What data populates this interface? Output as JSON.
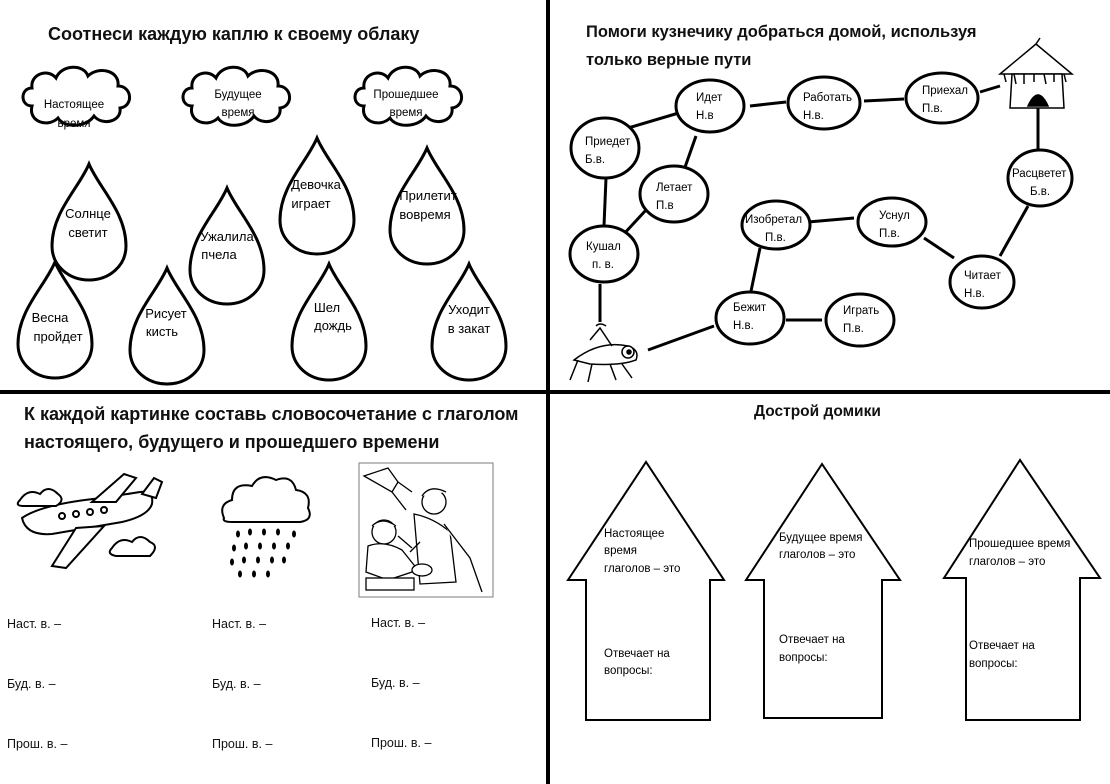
{
  "section_tl": {
    "title": "Соотнеси каждую каплю к своему облаку",
    "clouds": [
      {
        "l1": "Настоящее",
        "l2": "время"
      },
      {
        "l1": "Будущее",
        "l2": "время"
      },
      {
        "l1": "Прошедшее",
        "l2": "время"
      }
    ],
    "drops": [
      {
        "l1": "Солнце",
        "l2": "светит"
      },
      {
        "l1": "Ужалила",
        "l2": "пчела"
      },
      {
        "l1": "Девочка",
        "l2": "играет"
      },
      {
        "l1": "Прилетит",
        "l2": "вовремя"
      },
      {
        "l1": "Весна",
        "l2": "пройдет"
      },
      {
        "l1": "Рисует",
        "l2": "кисть"
      },
      {
        "l1": "Шел",
        "l2": "дождь"
      },
      {
        "l1": "Уходит",
        "l2": "в закат"
      }
    ]
  },
  "section_tr": {
    "title_line1": "Помоги кузнечику добраться домой, используя",
    "title_line2": "только верные пути",
    "nodes": [
      {
        "l1": "Приедет",
        "l2": "Б.в."
      },
      {
        "l1": "Идет",
        "l2": "Н.в"
      },
      {
        "l1": "Работать",
        "l2": "Н.в."
      },
      {
        "l1": "Приехал",
        "l2": "П.в."
      },
      {
        "l1": "Летает",
        "l2": "П.в"
      },
      {
        "l1": "Кушал",
        "l2": "п. в."
      },
      {
        "l1": "Изобретал",
        "l2": "П.в."
      },
      {
        "l1": "Уснул",
        "l2": "П.в."
      },
      {
        "l1": "Расцветет",
        "l2": "Б.в."
      },
      {
        "l1": "Читает",
        "l2": "Н.в."
      },
      {
        "l1": "Бежит",
        "l2": "Н.в."
      },
      {
        "l1": "Играть",
        "l2": "П.в."
      }
    ]
  },
  "section_bl": {
    "title_line1": "К каждой картинке составь словосочетание с глаголом",
    "title_line2": "настоящего, будущего и прошедшего времени",
    "labels": {
      "present": "Наст. в. –",
      "future": "Буд. в. –",
      "past": "Прош. в. –"
    }
  },
  "section_br": {
    "title": "Дострой домики",
    "houses": [
      {
        "top": [
          "Настоящее",
          "время",
          "глаголов – это"
        ],
        "bottom": [
          "Отвечает на",
          "вопросы:"
        ]
      },
      {
        "top": [
          "Будущее время",
          "глаголов – это"
        ],
        "bottom": [
          "Отвечает на",
          "вопросы:"
        ]
      },
      {
        "top": [
          "Прошедшее время",
          "глаголов – это"
        ],
        "bottom": [
          "Отвечает на",
          "вопросы:"
        ]
      }
    ]
  }
}
